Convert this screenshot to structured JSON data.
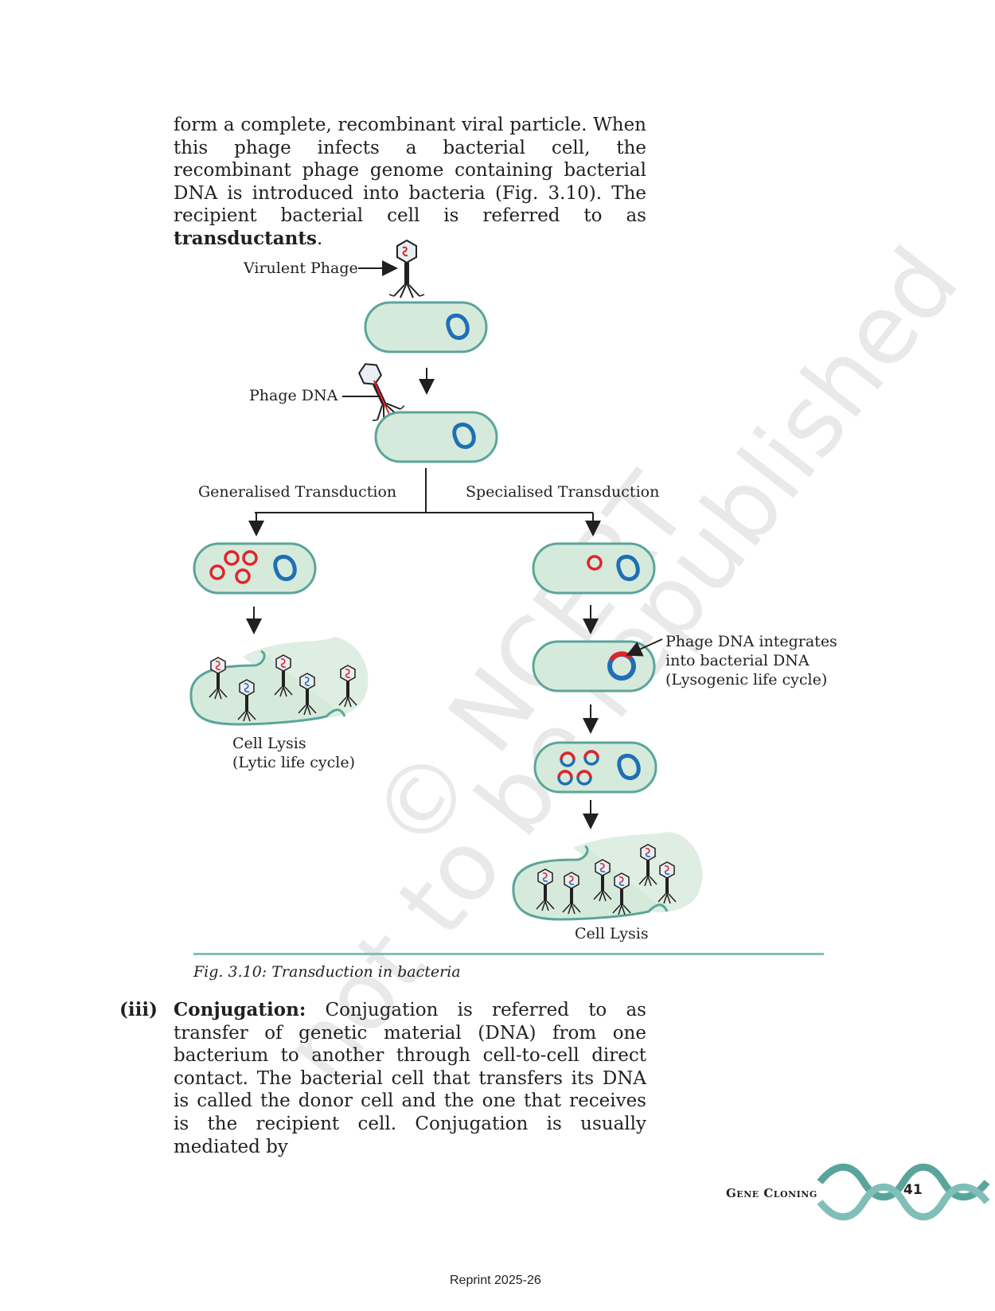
{
  "top_paragraph": {
    "text": "form a complete, recombinant viral particle. When this phage infects a bacterial cell, the recombinant phage genome containing bacterial DNA is introduced into bacteria (Fig. 3.10). The recipient bacterial cell is referred to as ",
    "bold_term": "transductants",
    "end": "."
  },
  "figure": {
    "labels": {
      "virulent_phage": "Virulent Phage",
      "phage_dna": "Phage DNA",
      "generalised": "Generalised Transduction",
      "specialised": "Specialised Transduction",
      "integrates_1": "Phage DNA integrates",
      "integrates_2": "into bacterial DNA",
      "integrates_3": "(Lysogenic life cycle)",
      "lysis_1": "Cell Lysis",
      "lysis_2": "(Lytic life cycle)",
      "lysis_right": "Cell Lysis"
    },
    "caption": "Fig. 3.10: Transduction in bacteria",
    "colors": {
      "cell_fill": "#d6eadb",
      "cell_border": "#5aa59b",
      "bacterial_dna": "#1f6fb5",
      "phage_dna": "#e0252a"
    }
  },
  "conjugation": {
    "marker": "(iii)",
    "term": "Conjugation:",
    "text": " Conjugation is referred to as transfer of genetic material (DNA) from one bacterium to another through cell-to-cell direct contact. The bacterial cell that transfers its DNA is called the donor cell and the one that receives is the recipient cell. Conjugation is usually mediated by"
  },
  "watermark": {
    "line1": "© NCERT",
    "line2": "not to be republished"
  },
  "footer": {
    "title": "Gene Cloning",
    "page": "41",
    "reprint": "Reprint 2025-26"
  }
}
